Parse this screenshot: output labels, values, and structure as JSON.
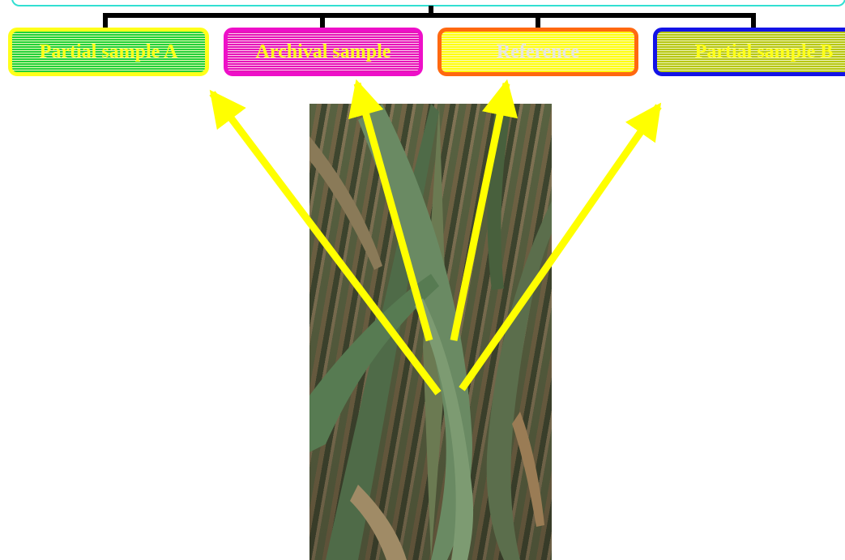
{
  "boxes": [
    {
      "label": "Partial sample A",
      "border_color": "#ffff1a",
      "fill_color": "#22d13a"
    },
    {
      "label": "Archival sample",
      "border_color": "#ee0fc8",
      "fill_color": "#e614b8"
    },
    {
      "label": "Reference",
      "border_color": "#ff6810",
      "fill_color": "#ffff10"
    },
    {
      "label": "Partial sample B",
      "border_color": "#1313e6",
      "fill_color": "#b7c714"
    }
  ],
  "arrow_color": "#ffff00",
  "connector_color": "#000000",
  "photo": {
    "subject": "corn-plant-leaves"
  }
}
